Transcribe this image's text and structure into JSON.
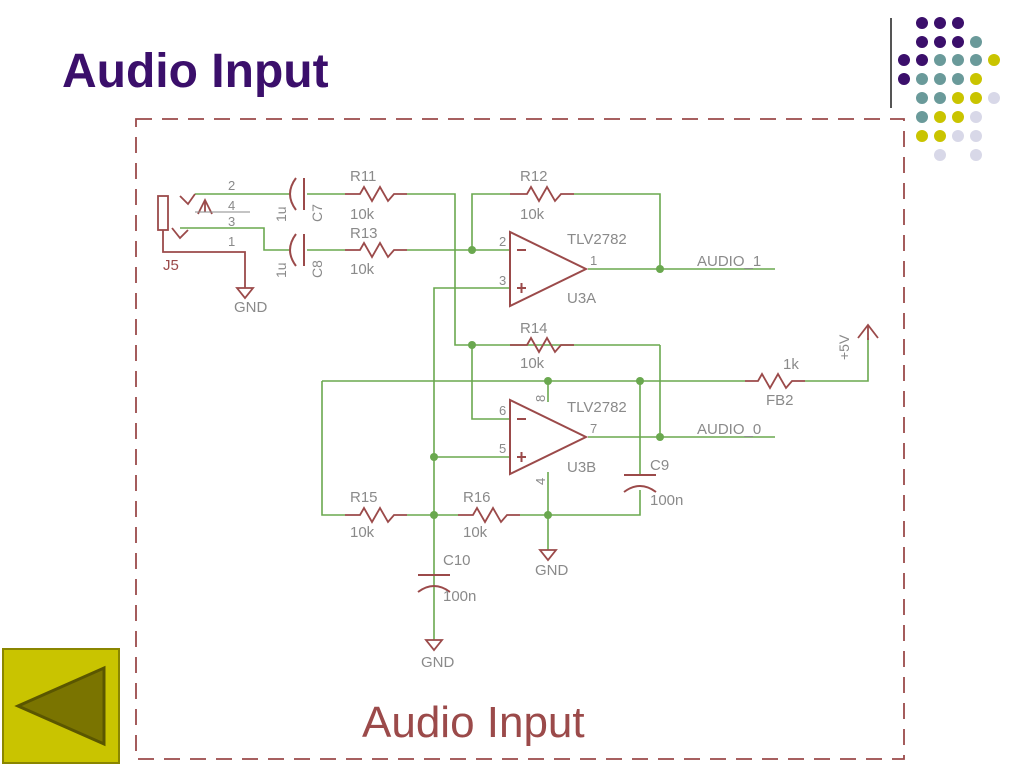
{
  "slide": {
    "title": "Audio Input"
  },
  "colors": {
    "title": "#3b0f6b",
    "wire": "#6aa84f",
    "part": "#9b4a4a",
    "pin": "#8a8a8a",
    "dots": [
      "#3b0f6b",
      "#6a9a9a",
      "#c9c400",
      "#d8d8e8"
    ],
    "nav_button": "#c9c400"
  },
  "schematic": {
    "frame_title": "Audio Input",
    "connector": {
      "ref": "J5",
      "pins": [
        "2",
        "4",
        "3",
        "1"
      ]
    },
    "capacitors": [
      {
        "ref": "C7",
        "value": "1u"
      },
      {
        "ref": "C8",
        "value": "1u"
      },
      {
        "ref": "C9",
        "value": "100n"
      },
      {
        "ref": "C10",
        "value": "100n"
      }
    ],
    "resistors": [
      {
        "ref": "R11",
        "value": "10k"
      },
      {
        "ref": "R12",
        "value": "10k"
      },
      {
        "ref": "R13",
        "value": "10k"
      },
      {
        "ref": "R14",
        "value": "10k"
      },
      {
        "ref": "R15",
        "value": "10k"
      },
      {
        "ref": "R16",
        "value": "10k"
      },
      {
        "ref": "FB2",
        "value": "1k"
      }
    ],
    "opamps": [
      {
        "part": "TLV2782",
        "ref": "U3A",
        "pins": {
          "inv": "2",
          "noninv": "3",
          "out": "1"
        },
        "inv_sign": "−",
        "noninv_sign": "+"
      },
      {
        "part": "TLV2782",
        "ref": "U3B",
        "pins": {
          "inv": "6",
          "noninv": "5",
          "out": "7",
          "vcc": "8",
          "gnd": "4"
        },
        "inv_sign": "−",
        "noninv_sign": "+"
      }
    ],
    "nets": {
      "out1": "AUDIO_1",
      "out0": "AUDIO_0",
      "supply": "+5V",
      "ground": "GND"
    }
  },
  "nav": {
    "back_icon": "triangle-left-icon"
  }
}
